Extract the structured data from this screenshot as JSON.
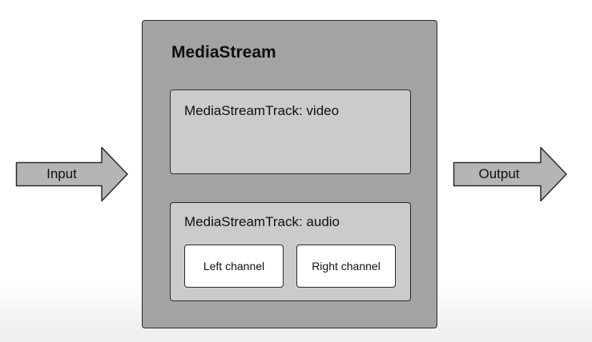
{
  "diagram": {
    "input_label": "Input",
    "output_label": "Output",
    "mediastream": {
      "title": "MediaStream",
      "video_track_label": "MediaStreamTrack: video",
      "audio_track": {
        "label": "MediaStreamTrack: audio",
        "left_channel": "Left channel",
        "right_channel": "Right channel"
      }
    }
  },
  "colors": {
    "outer_box": "#a3a3a3",
    "track_box": "#cbcbcb",
    "arrow_fill": "#b5b5b5",
    "channel_box": "#ffffff"
  }
}
